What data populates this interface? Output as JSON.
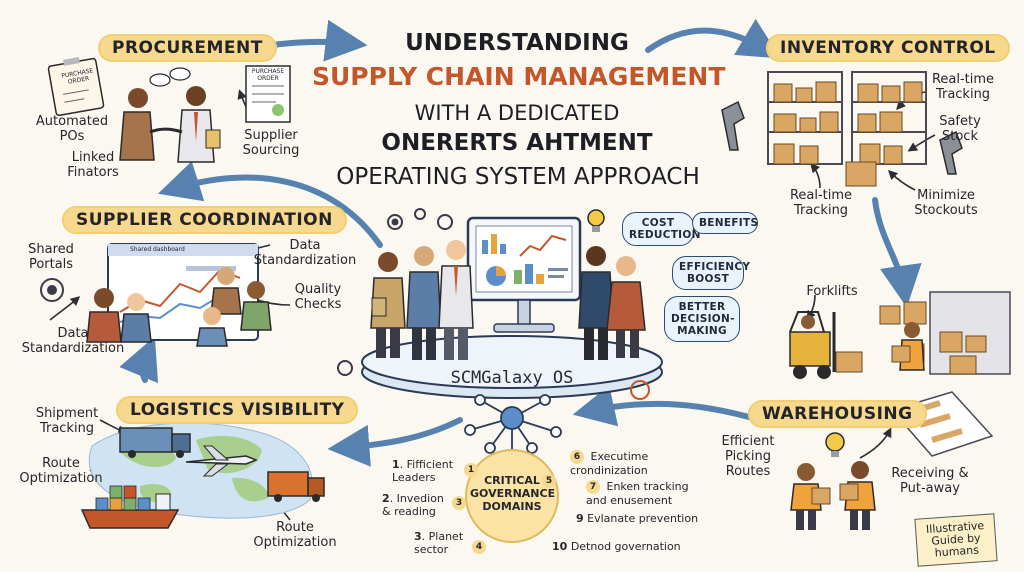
{
  "title": {
    "line1": "UNDERSTANDING",
    "line2": "SUPPLY CHAIN MANAGEMENT",
    "line3": "WITH A DEDICATED",
    "line4": "ONERERTS AHTMENT",
    "line5": "OPERATING SYSTEM APPROACH"
  },
  "procurement": {
    "heading": "PROCUREMENT",
    "clipboard_text": "PURCHASE ORDER",
    "doc_text": "PURCHASE ORDER",
    "labels": [
      "Automated POs",
      "Linked Finators",
      "Supplier Sourcing"
    ]
  },
  "inventory": {
    "heading": "INVENTORY CONTROL",
    "labels": [
      "Real-time Tracking",
      "Safety Stock",
      "Real-time Tracking",
      "Minimize Stockouts"
    ]
  },
  "supplier": {
    "heading": "SUPPLIER COORDINATION",
    "screen_text": "Shared dashboard",
    "labels": [
      "Shared Portals",
      "Data Standardization",
      "Quality Checks",
      "Data Standardization"
    ]
  },
  "center": {
    "platform_label": "SCMGalaxy OS",
    "bubbles": [
      "COST REDUCTION",
      "BENEFITS",
      "EFFICIENCY BOOST",
      "BETTER DECISION-MAKING"
    ]
  },
  "logistics": {
    "heading": "LOGISTICS VISIBILITY",
    "labels": [
      "Shipment Tracking",
      "Route Optimization",
      "Route Optimization"
    ]
  },
  "governance": {
    "center_label": "CRITICAL GOVERNANCE DOMAINS",
    "items": [
      {
        "n": "1",
        "text": "Fifficient Leaders"
      },
      {
        "n": "2",
        "text": "Invedion & reading"
      },
      {
        "n": "3",
        "text": "Planet sector"
      },
      {
        "n": "4",
        "text": ""
      },
      {
        "n": "5",
        "text": ""
      },
      {
        "n": "6",
        "text": "Executime crondinization"
      },
      {
        "n": "7",
        "text": "Enken tracking and enusement"
      },
      {
        "n": "9",
        "text": "Evlanate prevention"
      },
      {
        "n": "10",
        "text": "Detnod governation"
      }
    ]
  },
  "warehousing": {
    "heading": "WAREHOUSING",
    "labels": [
      "Forklifts",
      "Efficient Picking Routes",
      "Receiving & Put-away"
    ]
  },
  "note": {
    "text": "Illustrative Guide by humans"
  },
  "colors": {
    "banner": "#f6d98e",
    "arrow": "#3b6ea5",
    "ink": "#23242a",
    "title_accent": "#c4572a"
  }
}
